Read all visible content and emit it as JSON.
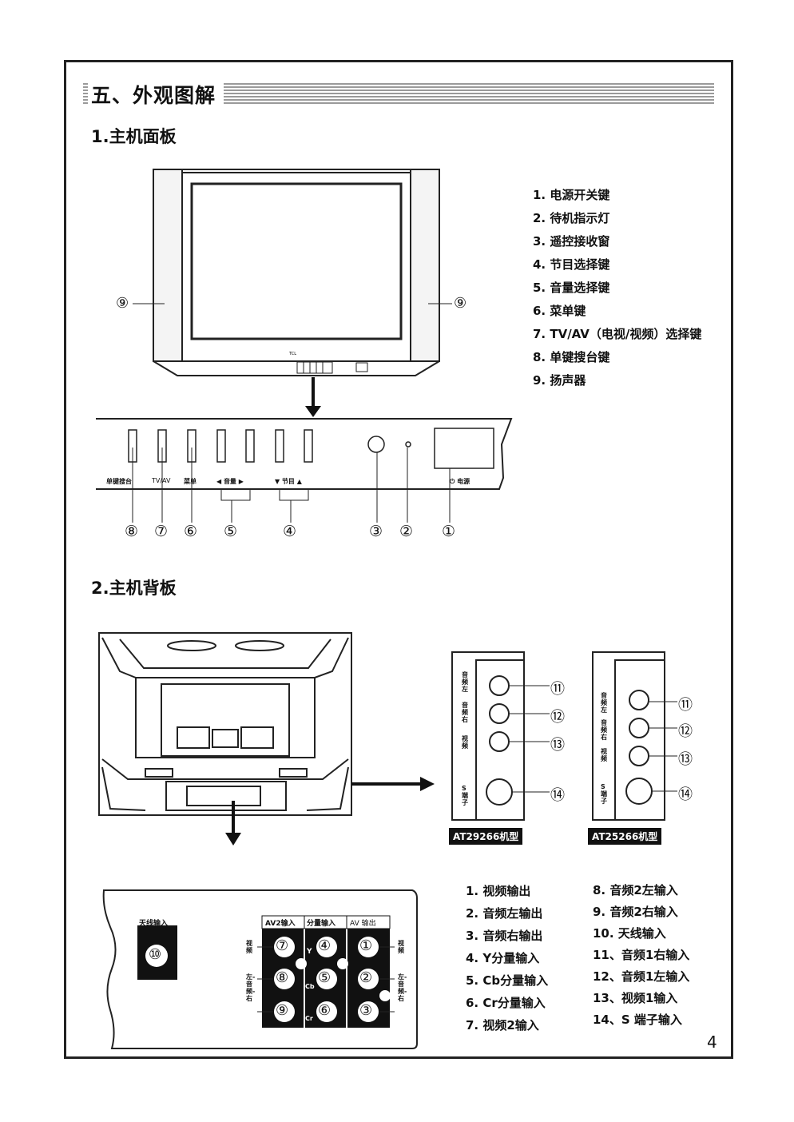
{
  "section_title": "五、外观图解",
  "front_panel": {
    "title": "1.主机面板",
    "speaker_label": "⑨",
    "controls": [
      {
        "label": "单键搜台",
        "callout": "⑧"
      },
      {
        "label": "TV/AV",
        "callout": "⑦"
      },
      {
        "label": "菜单",
        "callout": "⑥"
      },
      {
        "label": "◀ 音量 ▶",
        "callout": "⑤"
      },
      {
        "label": "▼ 节目 ▲",
        "callout": "④"
      },
      {
        "label": "",
        "callout": "③"
      },
      {
        "label": "",
        "callout": "②"
      },
      {
        "label": "⏻ 电源",
        "callout": "①"
      }
    ],
    "legend": [
      "1. 电源开关键",
      "2. 待机指示灯",
      "3. 遥控接收窗",
      "4. 节目选择键",
      "5. 音量选择键",
      "6. 菜单键",
      "7. TV/AV（电视/视频）选择键",
      "8. 单键搜台键",
      "9. 扬声器"
    ]
  },
  "back_panel": {
    "title": "2.主机背板",
    "side_jacks": {
      "callouts": [
        "⑪",
        "⑫",
        "⑬",
        "⑭"
      ],
      "model_a": "AT29266机型",
      "model_b": "AT25266机型",
      "labels_a": [
        "音频左",
        "音频右",
        "视频",
        "S端子"
      ],
      "labels_b": [
        "音频左",
        "音频右",
        "视频",
        "S端子"
      ]
    },
    "rear_panel": {
      "antenna_label": "天线输入",
      "antenna_callout": "⑩",
      "group_labels": [
        "AV2输入",
        "分量输入",
        "AV 输出"
      ],
      "av2": [
        "⑦",
        "⑧",
        "⑨"
      ],
      "component": [
        "④",
        "⑤",
        "⑥"
      ],
      "component_letters": [
        "Y",
        "Cb",
        "Cr"
      ],
      "av_out": [
        "①",
        "②",
        "③"
      ],
      "left_side_labels": [
        "视频",
        "左-音频-右"
      ],
      "right_side_labels": [
        "视频",
        "左-音频-右"
      ]
    },
    "legend_left": [
      "1. 视频输出",
      "2. 音频左输出",
      "3. 音频右输出",
      "4. Y分量输入",
      "5. Cb分量输入",
      "6. Cr分量输入",
      "7. 视频2输入"
    ],
    "legend_right": [
      "8. 音频2左输入",
      "9. 音频2右输入",
      "10. 天线输入",
      "11、音频1右输入",
      "12、音频1左输入",
      "13、视频1输入",
      "14、S 端子输入"
    ]
  },
  "page_number": "4"
}
